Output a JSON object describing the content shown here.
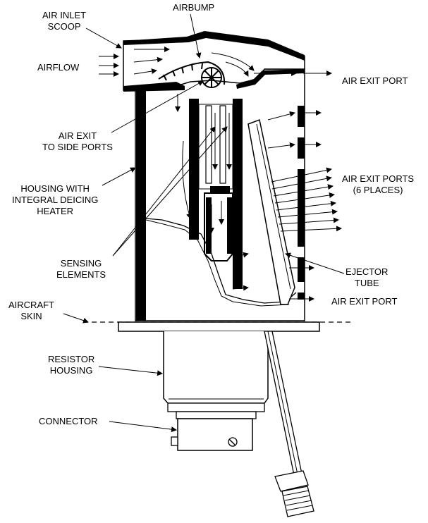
{
  "labels": {
    "air_inlet_scoop": "AIR INLET\nSCOOP",
    "airbump": "AIRBUMP",
    "airflow": "AIRFLOW",
    "air_exit_port_top": "AIR EXIT PORT",
    "air_exit_side": "AIR EXIT\nTO SIDE PORTS",
    "air_exit_ports": "AIR EXIT PORTS\n(6 PLACES)",
    "housing": "HOUSING WITH\nINTEGRAL DEICING\nHEATER",
    "sensing": "SENSING\nELEMENTS",
    "ejector": "EJECTOR\nTUBE",
    "air_exit_port_bottom": "AIR EXIT PORT",
    "aircraft_skin": "AIRCRAFT\nSKIN",
    "resistor": "RESISTOR\nHOUSING",
    "connector": "CONNECTOR"
  },
  "colors": {
    "ink": "#000000",
    "paper": "#ffffff"
  }
}
